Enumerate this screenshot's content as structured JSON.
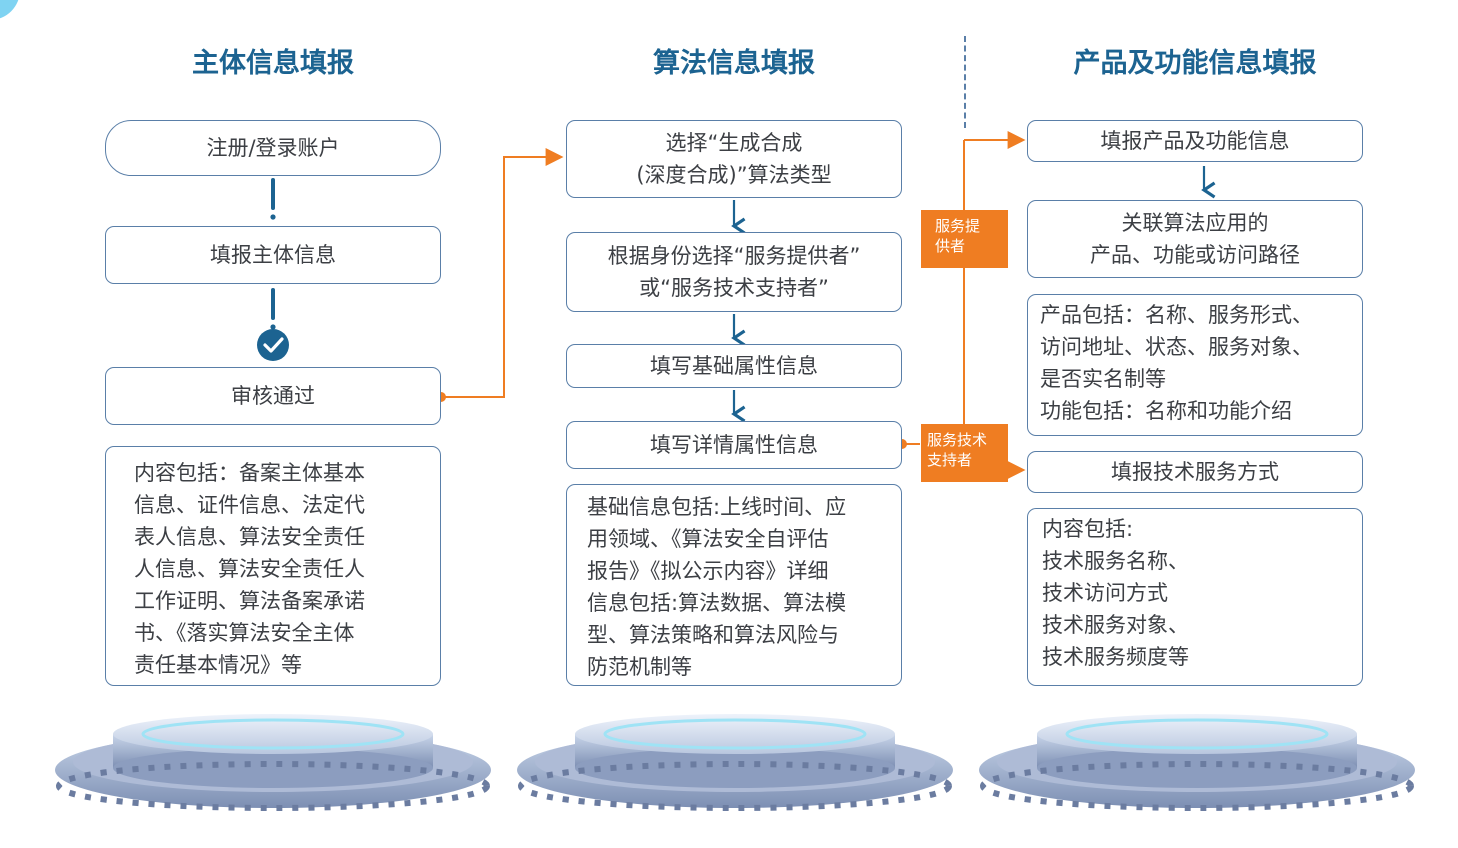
{
  "columns": {
    "entity": {
      "title": "主体信息填报",
      "steps": [
        "注册/登录账户",
        "填报主体信息",
        "审核通过"
      ],
      "detail": "内容包括：备案主体基本\n信息、证件信息、法定代\n表人信息、算法安全责任\n人信息、算法安全责任人\n工作证明、算法备案承诺\n书、《落实算法安全主体\n责任基本情况》等"
    },
    "algorithm": {
      "title": "算法信息填报",
      "steps": [
        "选择“生成合成\n(深度合成)”算法类型",
        "根据身份选择“服务提供者”\n或“服务技术支持者”",
        "填写基础属性信息",
        "填写详情属性信息"
      ],
      "detail": "基础信息包括:上线时间、应\n用领域、《算法安全自评估\n报告》《拟公示内容》详细\n信息包括:算法数据、算法模\n型、算法策略和算法风险与\n防范机制等"
    },
    "product": {
      "title": "产品及功能信息填报",
      "steps": [
        "填报产品及功能信息",
        "关联算法应用的\n产品、功能或访问路径"
      ],
      "detail": "产品包括：名称、服务形式、\n访问地址、状态、服务对象、\n是否实名制等\n功能包括：名称和功能介绍",
      "tech_step": "填报技术服务方式",
      "tech_detail": "内容包括:\n技术服务名称、\n技术访问方式\n技术服务对象、\n技术服务频度等"
    }
  },
  "tags": {
    "provider": "服务提\n供者",
    "tech_supporter": "服务技术\n支持者"
  },
  "colors": {
    "title": "#1c6391",
    "border": "#5a7fa8",
    "accent": "#ef7d22",
    "check": "#1c6391"
  }
}
